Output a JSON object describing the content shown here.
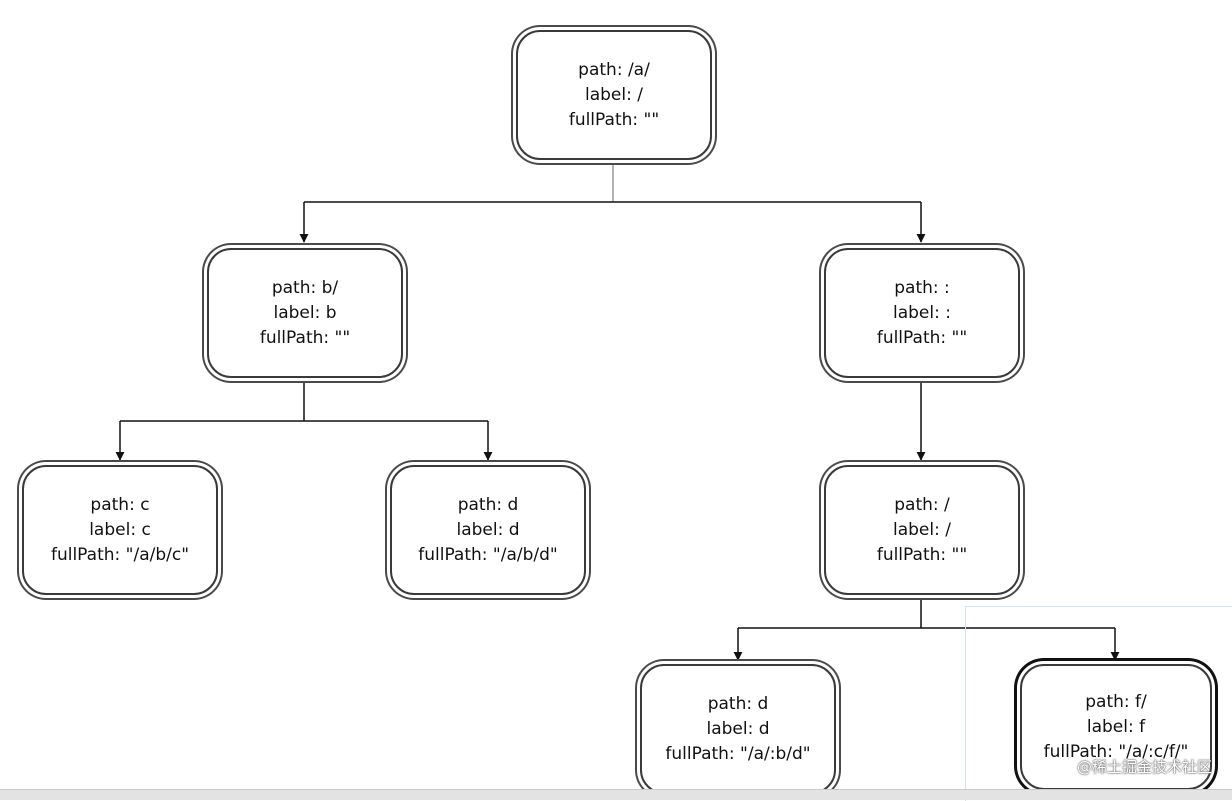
{
  "nodes": {
    "root": {
      "path": "path: /a/",
      "label": "label: /",
      "fullPath": "fullPath: \"\""
    },
    "b": {
      "path": "path: b/",
      "label": "label: b",
      "fullPath": "fullPath: \"\""
    },
    "colon": {
      "path": "path: :",
      "label": "label: :",
      "fullPath": "fullPath: \"\""
    },
    "c": {
      "path": "path: c",
      "label": "label: c",
      "fullPath": "fullPath: \"/a/b/c\""
    },
    "d_under_b": {
      "path": "path: d",
      "label": "label: d",
      "fullPath": "fullPath: \"/a/b/d\""
    },
    "slash": {
      "path": "path: /",
      "label": "label: /",
      "fullPath": "fullPath: \"\""
    },
    "d_under_slash": {
      "path": "path: d",
      "label": "label: d",
      "fullPath": "fullPath: \"/a/:b/d\""
    },
    "f": {
      "path": "path: f/",
      "label": "label: f",
      "fullPath": "fullPath: \"/a/:c/f/\""
    }
  },
  "watermark": "@稀土掘金技术社区",
  "colors": {
    "connector": "#111111",
    "node_border": "#3a3a3a",
    "selection": "#cfe4f7"
  }
}
